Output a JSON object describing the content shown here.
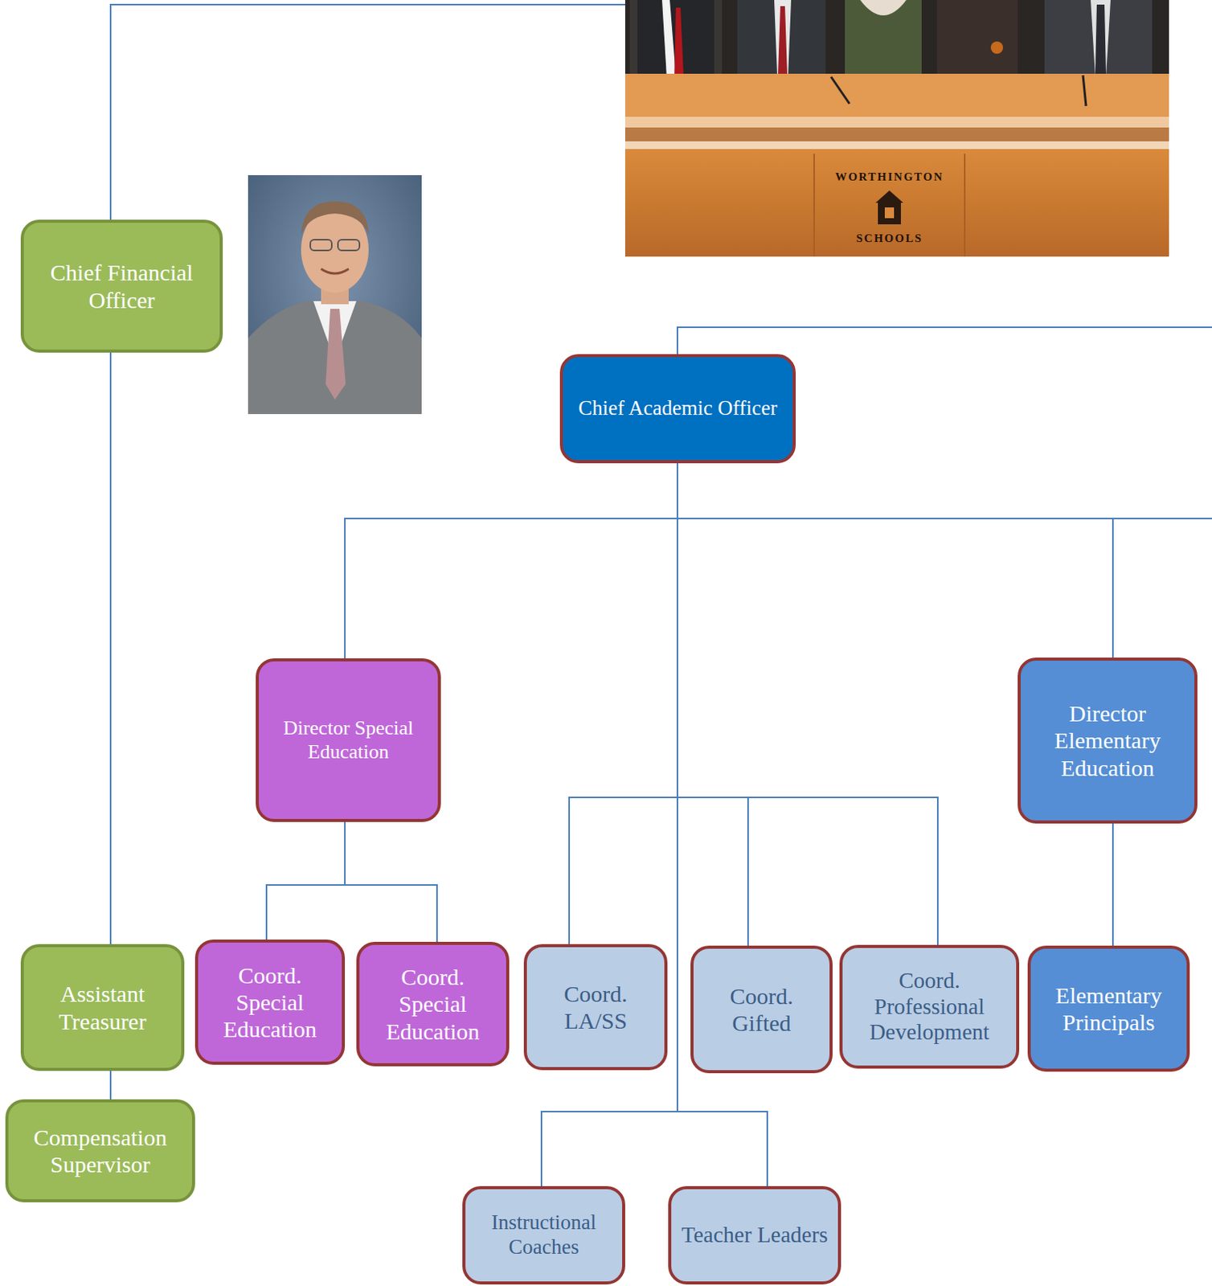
{
  "diagram": {
    "nodes": [
      {
        "text": [
          "Chief Financial Officer"
        ]
      },
      {
        "text": [
          "Chief Academic Officer"
        ]
      },
      {
        "text": [
          "Director Special Education"
        ]
      },
      {
        "text": [
          "Director Elementary Education"
        ]
      },
      {
        "text": [
          "Assistant Treasurer"
        ]
      },
      {
        "text": [
          "Coord. Special Education"
        ]
      },
      {
        "text": [
          "Coord. Special Education"
        ]
      },
      {
        "text": [
          "Coord. LA/SS"
        ]
      },
      {
        "text": [
          "Coord. Gifted"
        ]
      },
      {
        "text": [
          "Coord. Professional Development"
        ]
      },
      {
        "text": [
          "Elementary Principals"
        ]
      },
      {
        "text": [
          "Compensation Supervisor"
        ]
      },
      {
        "text": [
          "Instructional Coaches"
        ]
      },
      {
        "text": [
          "Teacher Leaders"
        ]
      }
    ],
    "edges": [
      {
        "from": 0,
        "to": 4,
        "arrow": "none"
      },
      {
        "from": 4,
        "to": 11,
        "arrow": "none"
      },
      {
        "from": 1,
        "to": 2,
        "arrow": "none"
      },
      {
        "from": 1,
        "to": 3,
        "arrow": "none"
      },
      {
        "from": 1,
        "to": 7,
        "arrow": "none"
      },
      {
        "from": 1,
        "to": 8,
        "arrow": "none"
      },
      {
        "from": 1,
        "to": 9,
        "arrow": "none"
      },
      {
        "from": 1,
        "to": 12,
        "arrow": "none"
      },
      {
        "from": 1,
        "to": 13,
        "arrow": "none"
      },
      {
        "from": 2,
        "to": 5,
        "arrow": "none"
      },
      {
        "from": 2,
        "to": 6,
        "arrow": "none"
      },
      {
        "from": 3,
        "to": 10,
        "arrow": "none"
      }
    ],
    "labels": [
      "WORTHINGTON",
      "SCHOOLS"
    ]
  }
}
